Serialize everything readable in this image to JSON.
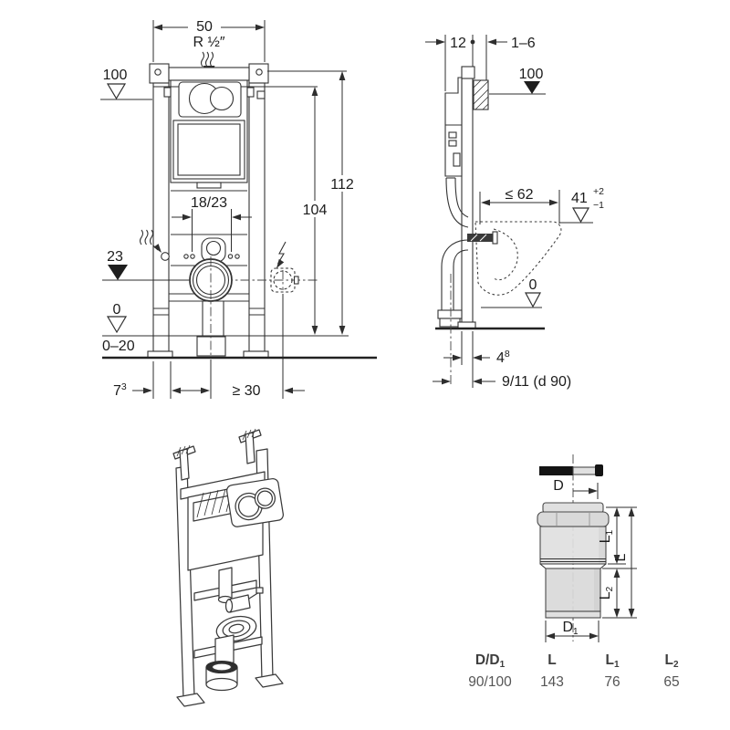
{
  "front_view": {
    "dim_width": "50",
    "supply_thread": "R ½″",
    "datum_100": "100",
    "dim_112": "112",
    "dim_104": "104",
    "dim_fixing": "18/23",
    "dim_outlet_height": "23",
    "datum_0": "0",
    "dim_floor_range": "0–20",
    "dim_foot": {
      "base": "7",
      "sup": "3"
    },
    "dim_side_min": "≥ 30"
  },
  "side_view": {
    "dim_depth": "12",
    "dim_wall_gap": "1–6",
    "datum_100": "100",
    "dim_bowl_max": "≤ 62",
    "dim_41": {
      "base": "41",
      "sup": "+2",
      "sub": "−1"
    },
    "datum_0": "0",
    "dim_rail": {
      "base": "4",
      "sup": "8"
    },
    "dim_outlet": "9/11 (d 90)"
  },
  "pipe_view": {
    "dim_d": "D",
    "dim_d1": {
      "base": "D",
      "sub": "1"
    },
    "dim_l": "L",
    "dim_l1": {
      "base": "L",
      "sub": "1"
    },
    "dim_l2": {
      "base": "L",
      "sub": "2"
    }
  },
  "table": {
    "headers": [
      {
        "base": "D/D",
        "sub": "1"
      },
      {
        "base": "L",
        "sub": ""
      },
      {
        "base": "L",
        "sub": "1"
      },
      {
        "base": "L",
        "sub": "2"
      }
    ],
    "rows": [
      [
        "90/100",
        "143",
        "76",
        "65"
      ]
    ]
  },
  "colors": {
    "line": "#333333",
    "pipe_fill": "#dedede",
    "pipe_shade": "#919191",
    "seal": "#141414"
  }
}
